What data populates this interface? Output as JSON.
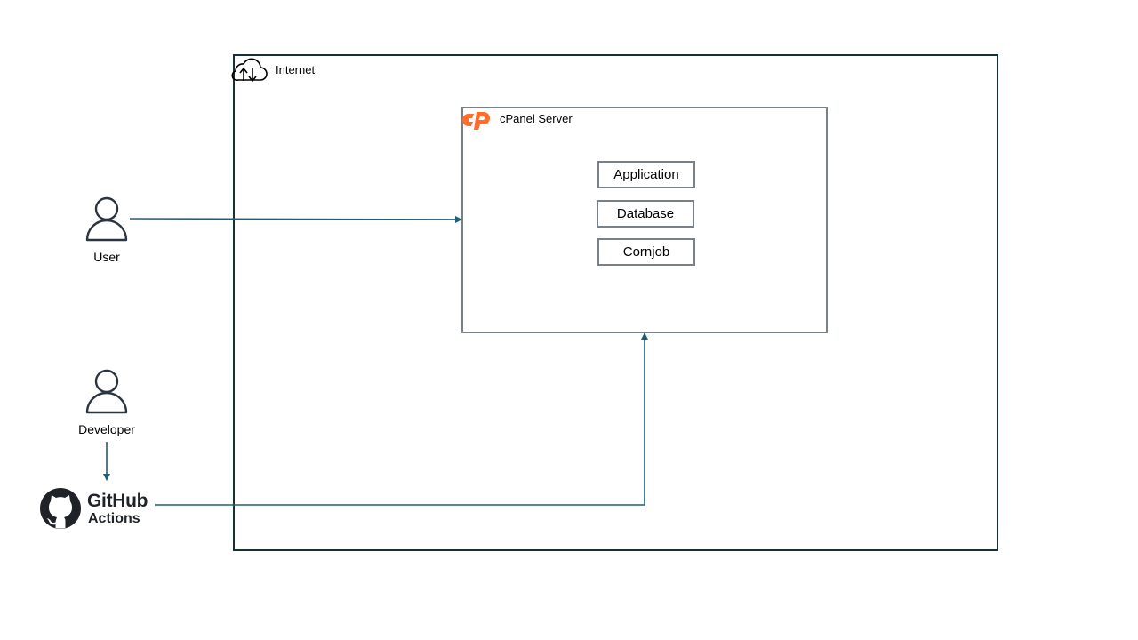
{
  "internet": {
    "label": "Internet",
    "icon": "cloud-upload-download-icon"
  },
  "cpanel": {
    "label": "cPanel Server",
    "icon": "cpanel-logo-icon",
    "brand_color": "#ff6c2c",
    "services": [
      {
        "label": "Application"
      },
      {
        "label": "Database"
      },
      {
        "label": "Cornjob"
      }
    ]
  },
  "actors": {
    "user": {
      "label": "User",
      "icon": "person-icon"
    },
    "developer": {
      "label": "Developer",
      "icon": "person-icon"
    }
  },
  "github": {
    "title": "GitHub",
    "subtitle": "Actions",
    "icon": "github-octocat-icon"
  },
  "colors": {
    "connector": "#1f5f78",
    "frame": "#16303a",
    "box_border": "#7a8089"
  }
}
